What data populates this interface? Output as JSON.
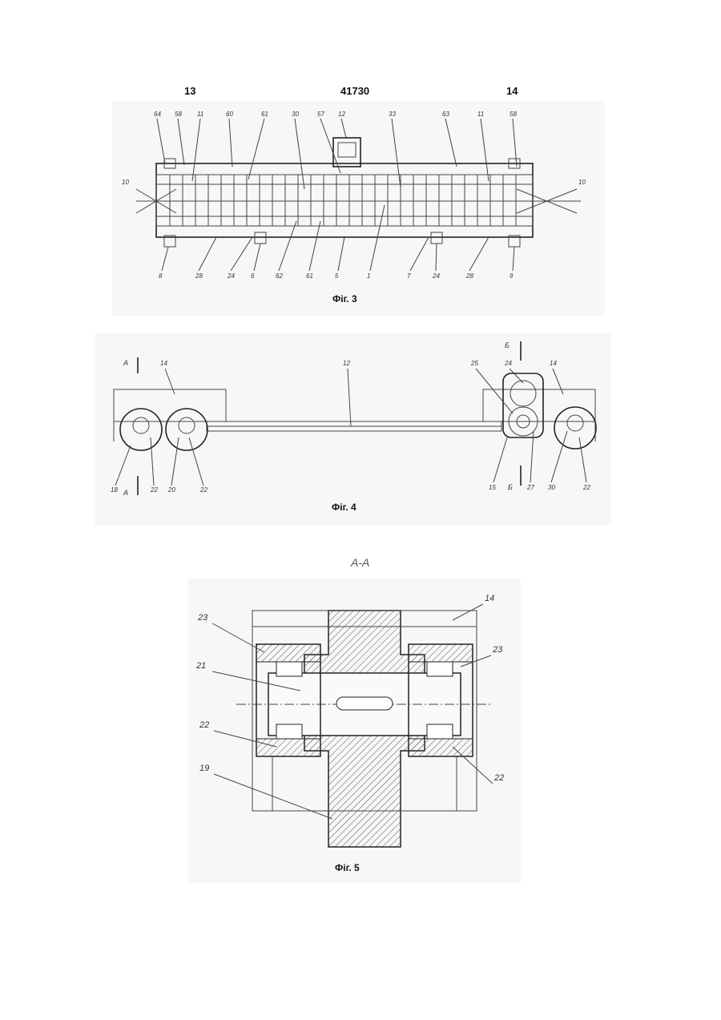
{
  "header": {
    "left": "13",
    "center": "41730",
    "right": "14"
  },
  "fig3": {
    "caption": "Фіг. 3",
    "top_labels": [
      "64",
      "58",
      "11",
      "60",
      "61",
      "30",
      "57",
      "12",
      "33",
      "63",
      "11",
      "58"
    ],
    "side_labels": [
      "10",
      "10"
    ],
    "bottom_labels": [
      "8",
      "28",
      "24",
      "6",
      "62",
      "61",
      "5",
      "1",
      "7",
      "24",
      "28",
      "9"
    ]
  },
  "fig4": {
    "caption": "Фіг. 4",
    "labels": [
      "A",
      "14",
      "12",
      "Б",
      "25",
      "24",
      "14",
      "18",
      "22",
      "A",
      "20",
      "22",
      "15",
      "Б",
      "27",
      "30",
      "22"
    ]
  },
  "fig5": {
    "section": "A-A",
    "caption": "Фіг. 5",
    "labels": [
      "14",
      "23",
      "21",
      "23",
      "22",
      "19",
      "22"
    ]
  }
}
